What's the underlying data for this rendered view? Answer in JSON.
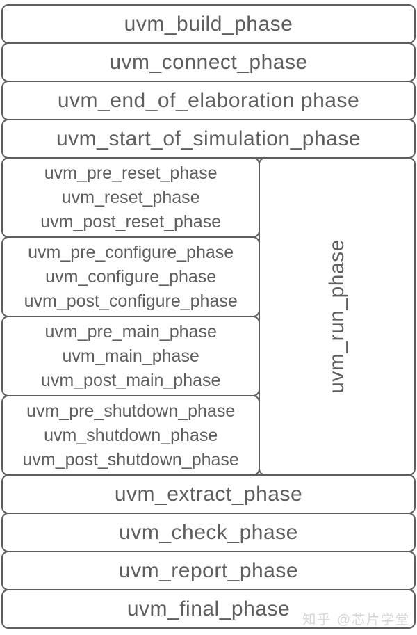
{
  "colors": {
    "border": "#5e5e5e",
    "text": "#5e5e5e",
    "background": "#ffffff",
    "watermark": "#d5d5d5"
  },
  "phases": {
    "pre_run": [
      "uvm_build_phase",
      "uvm_connect_phase",
      "uvm_end_of_elaboration phase",
      "uvm_start_of_simulation_phase"
    ],
    "run": {
      "label": "uvm_run_phase",
      "groups": [
        [
          "uvm_pre_reset_phase",
          "uvm_reset_phase",
          "uvm_post_reset_phase"
        ],
        [
          "uvm_pre_configure_phase",
          "uvm_configure_phase",
          "uvm_post_configure_phase"
        ],
        [
          "uvm_pre_main_phase",
          "uvm_main_phase",
          "uvm_post_main_phase"
        ],
        [
          "uvm_pre_shutdown_phase",
          "uvm_shutdown_phase",
          "uvm_post_shutdown_phase"
        ]
      ]
    },
    "post_run": [
      "uvm_extract_phase",
      "uvm_check_phase",
      "uvm_report_phase",
      "uvm_final_phase"
    ]
  },
  "watermark": "知乎 @芯片学堂"
}
